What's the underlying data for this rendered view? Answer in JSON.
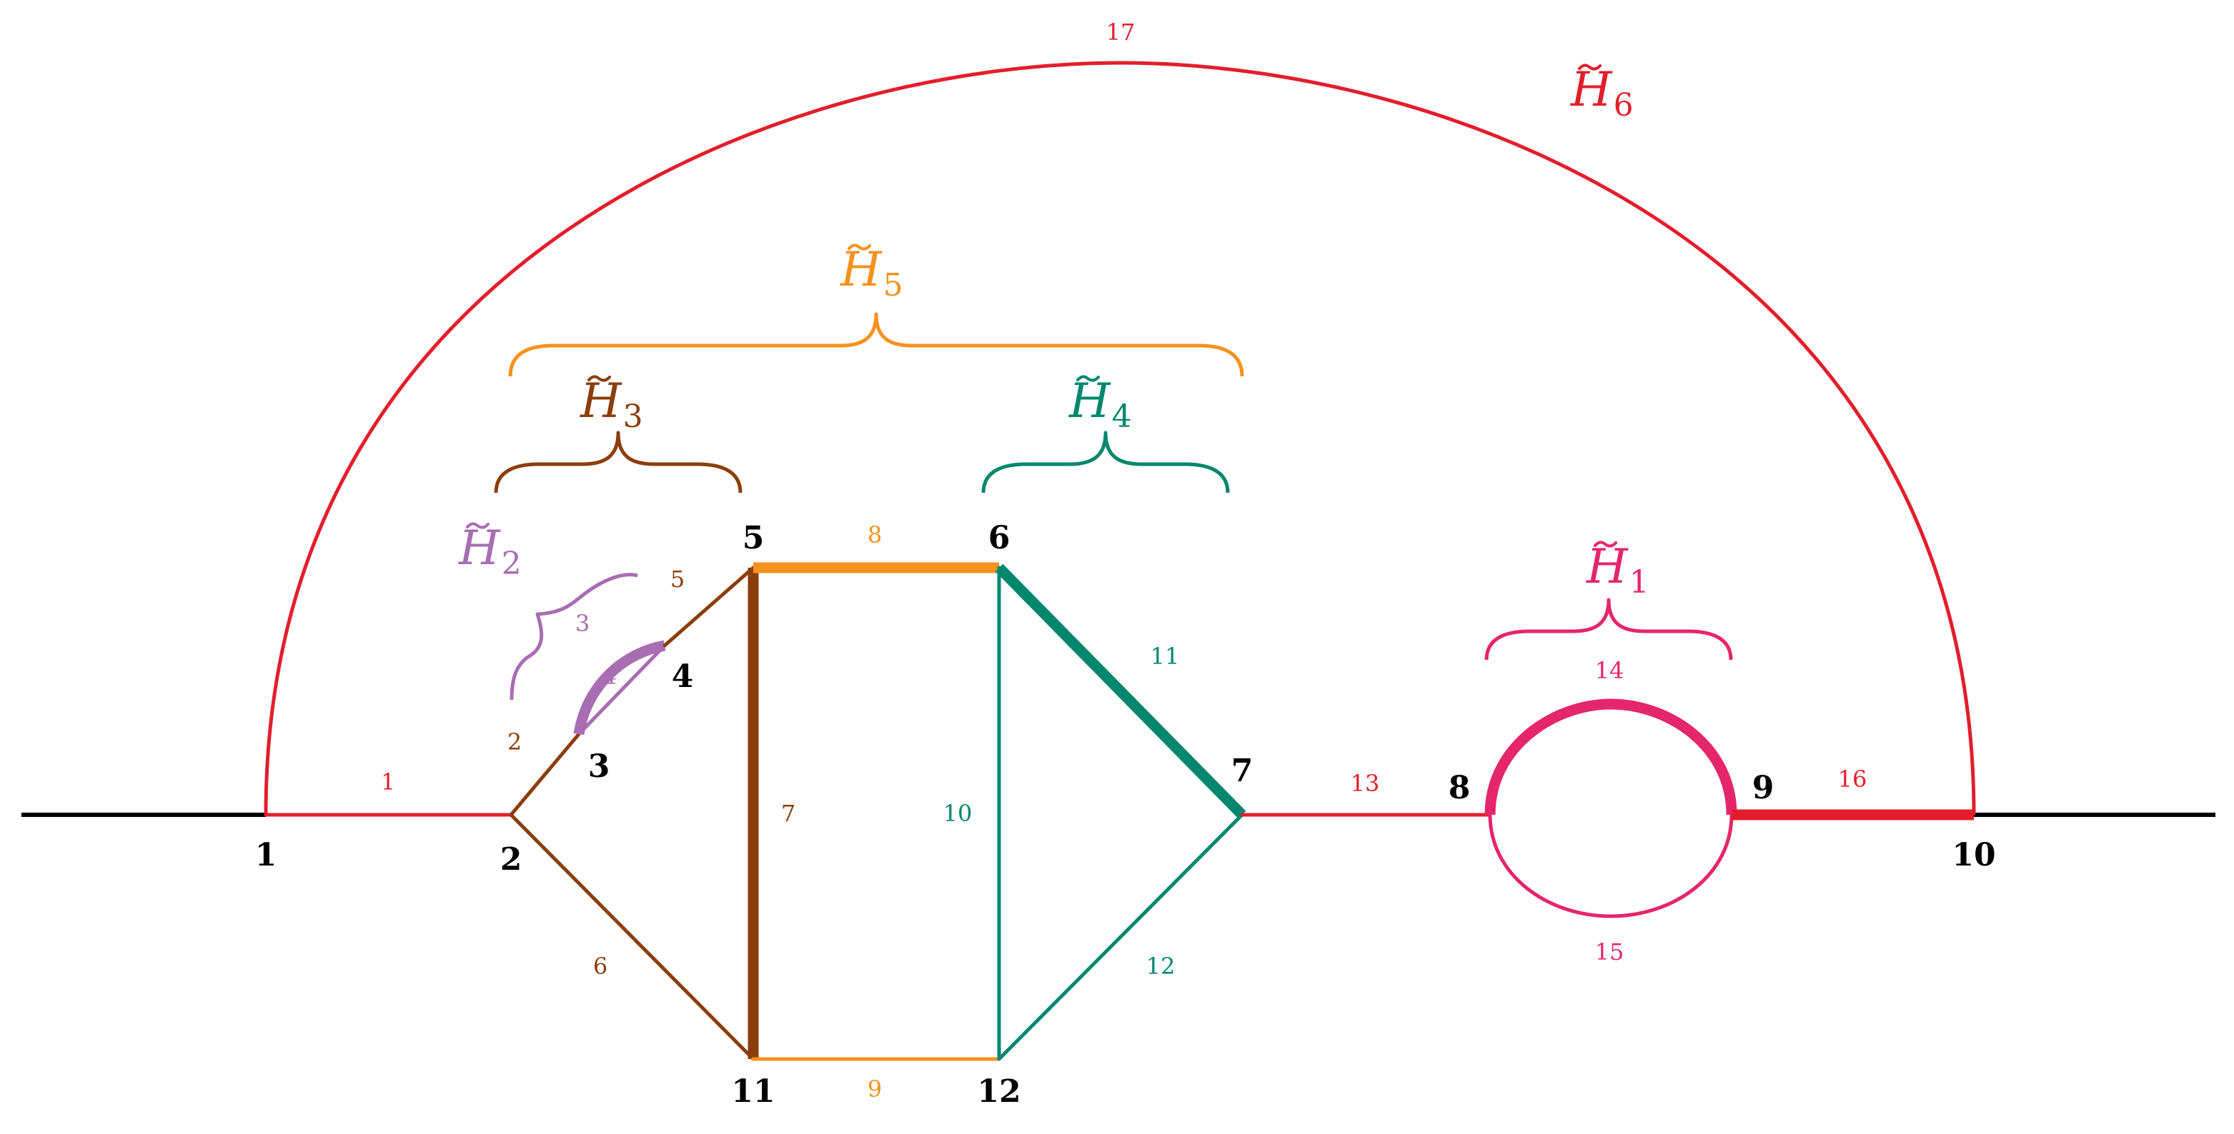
{
  "colors": {
    "red": "#e31e2c",
    "brown": "#8b3e0b",
    "orange": "#f5921e",
    "teal": "#00876e",
    "purple": "#a86db3",
    "pink": "#e5266a",
    "black": "#000000"
  },
  "vertices": [
    {
      "id": "1",
      "label": "1"
    },
    {
      "id": "2",
      "label": "2"
    },
    {
      "id": "3",
      "label": "3"
    },
    {
      "id": "4",
      "label": "4"
    },
    {
      "id": "5",
      "label": "5"
    },
    {
      "id": "6",
      "label": "6"
    },
    {
      "id": "7",
      "label": "7"
    },
    {
      "id": "8",
      "label": "8"
    },
    {
      "id": "9",
      "label": "9"
    },
    {
      "id": "10",
      "label": "10"
    },
    {
      "id": "11",
      "label": "11"
    },
    {
      "id": "12",
      "label": "12"
    }
  ],
  "edges": [
    {
      "label": "1",
      "from": "1",
      "to": "2",
      "color": "red",
      "weight": "thin"
    },
    {
      "label": "2",
      "from": "2",
      "to": "3",
      "color": "brown",
      "weight": "thin"
    },
    {
      "label": "3",
      "from": "3",
      "to": "4",
      "color": "purple",
      "weight": "thick"
    },
    {
      "label": "4",
      "from": "3",
      "to": "4",
      "color": "purple",
      "weight": "thin"
    },
    {
      "label": "5",
      "from": "4",
      "to": "5",
      "color": "brown",
      "weight": "thin"
    },
    {
      "label": "6",
      "from": "2",
      "to": "11",
      "color": "brown",
      "weight": "thin"
    },
    {
      "label": "7",
      "from": "5",
      "to": "11",
      "color": "brown",
      "weight": "thick"
    },
    {
      "label": "8",
      "from": "5",
      "to": "6",
      "color": "orange",
      "weight": "thick"
    },
    {
      "label": "9",
      "from": "11",
      "to": "12",
      "color": "orange",
      "weight": "thin"
    },
    {
      "label": "10",
      "from": "6",
      "to": "12",
      "color": "teal",
      "weight": "thin"
    },
    {
      "label": "11",
      "from": "6",
      "to": "7",
      "color": "teal",
      "weight": "thick"
    },
    {
      "label": "12",
      "from": "7",
      "to": "12",
      "color": "teal",
      "weight": "thin"
    },
    {
      "label": "13",
      "from": "7",
      "to": "8",
      "color": "red",
      "weight": "thin"
    },
    {
      "label": "14",
      "from": "8",
      "to": "9",
      "color": "pink",
      "weight": "thick"
    },
    {
      "label": "15",
      "from": "8",
      "to": "9",
      "color": "pink",
      "weight": "thin"
    },
    {
      "label": "16",
      "from": "9",
      "to": "10",
      "color": "red",
      "weight": "thick"
    },
    {
      "label": "17",
      "from": "1",
      "to": "10",
      "color": "red",
      "weight": "thin"
    }
  ],
  "subgraphs": [
    {
      "id": "H1",
      "base": "H",
      "sub": "1",
      "color": "pink"
    },
    {
      "id": "H2",
      "base": "H",
      "sub": "2",
      "color": "purple"
    },
    {
      "id": "H3",
      "base": "H",
      "sub": "3",
      "color": "brown"
    },
    {
      "id": "H4",
      "base": "H",
      "sub": "4",
      "color": "teal"
    },
    {
      "id": "H5",
      "base": "H",
      "sub": "5",
      "color": "orange"
    },
    {
      "id": "H6",
      "base": "H",
      "sub": "6",
      "color": "red"
    }
  ]
}
